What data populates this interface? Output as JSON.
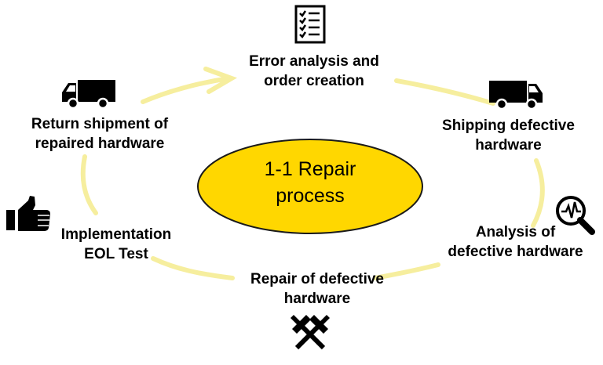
{
  "center": {
    "line1": "1-1 Repair",
    "line2": "process"
  },
  "steps": [
    {
      "id": "error-analysis",
      "line1": "Error analysis and",
      "line2": "order creation",
      "icon": "checklist-icon"
    },
    {
      "id": "shipping-defective",
      "line1": "Shipping defective",
      "line2": "hardware",
      "icon": "truck-icon"
    },
    {
      "id": "analysis-defective",
      "line1": "Analysis of",
      "line2": "defective hardware",
      "icon": "magnifier-pulse-icon"
    },
    {
      "id": "repair-defective",
      "line1": "Repair of defective",
      "line2": "hardware",
      "icon": "hammers-icon"
    },
    {
      "id": "implementation-eol",
      "line1": "Implementation",
      "line2": "EOL Test",
      "icon": "thumbs-up-icon"
    },
    {
      "id": "return-shipment",
      "line1": "Return shipment of",
      "line2": "repaired hardware",
      "icon": "truck-icon"
    }
  ],
  "colors": {
    "accent": "#FFD700",
    "arc": "#F6EE9E",
    "ellipse_stroke": "#1a1a1a",
    "text": "#000000"
  }
}
